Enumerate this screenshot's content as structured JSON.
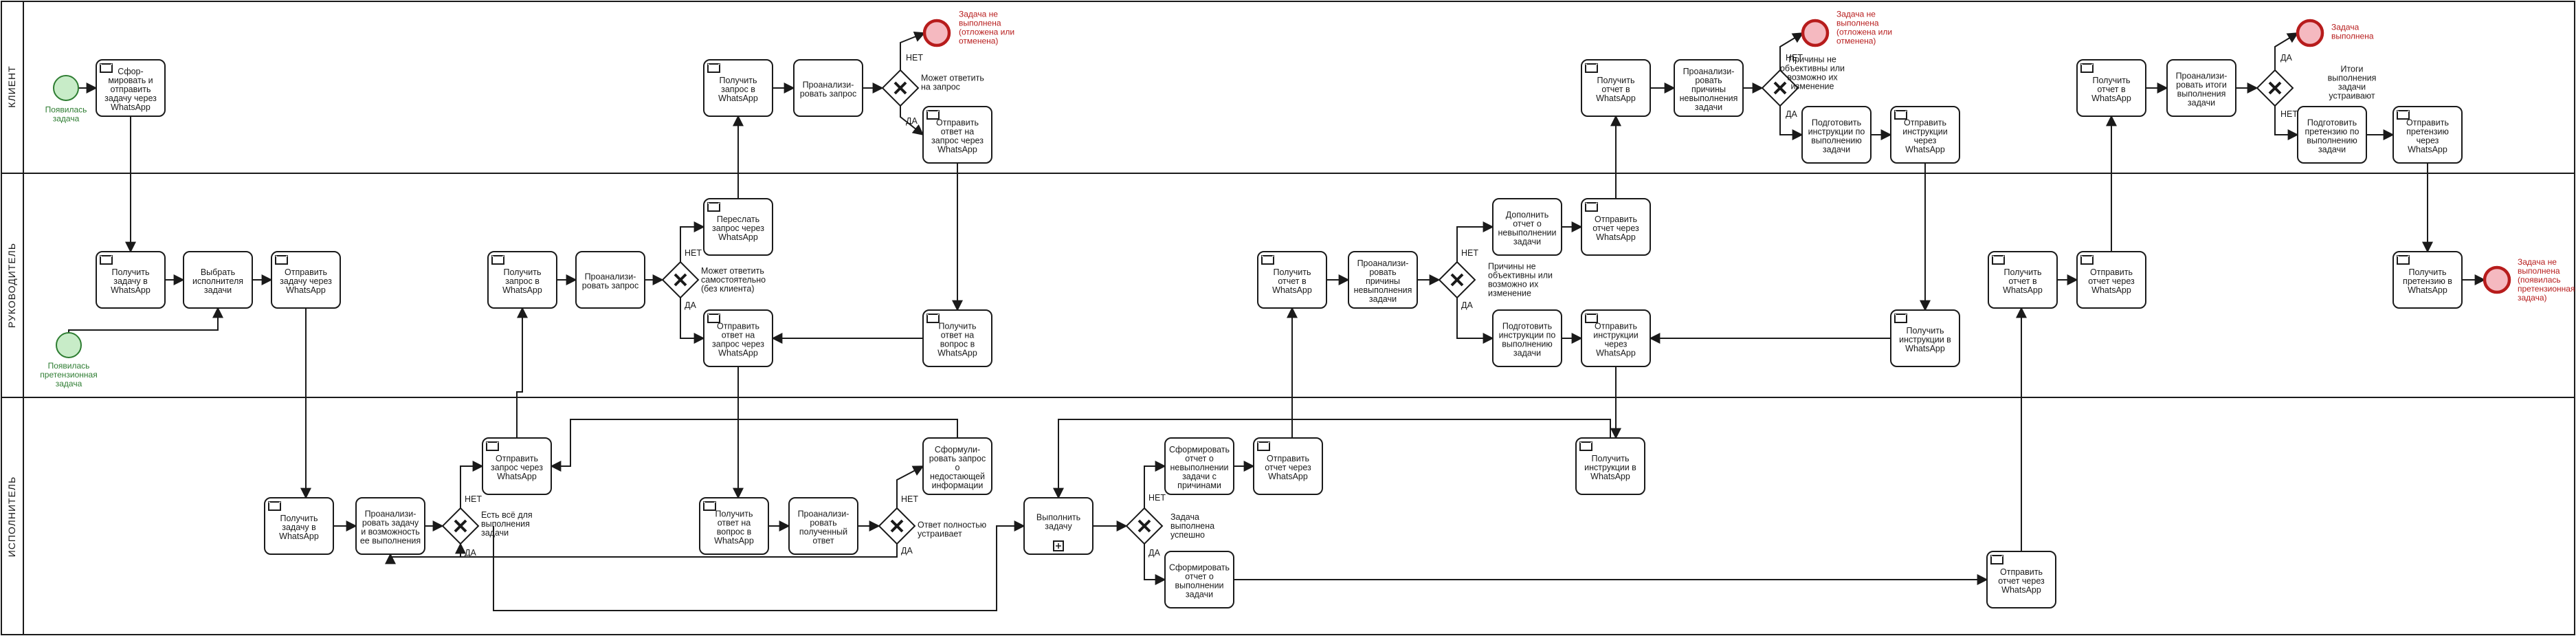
{
  "lanes": [
    {
      "id": "client",
      "label": "КЛИЕНТ"
    },
    {
      "id": "manager",
      "label": "РУКОВОДИТЕЛЬ"
    },
    {
      "id": "executor",
      "label": "ИСПОЛНИТЕЛЬ"
    }
  ],
  "colors": {
    "start_fill": "#c8ecc8",
    "start_stroke": "#2e7d32",
    "end_fill": "#f5b9c0",
    "end_stroke": "#b71c1c",
    "line": "#1a1a1a"
  },
  "tasks": [
    {
      "id": "c1",
      "text": "Сфор-\nмировать и\nотправить\nзадачу через\nWhatsApp",
      "icon": "envelope-icon"
    },
    {
      "id": "c2",
      "text": "Получить\nзапрос в\nWhatsApp",
      "icon": "envelope-icon"
    },
    {
      "id": "c3",
      "text": "Проанализи-\nровать запрос",
      "icon": ""
    },
    {
      "id": "c4",
      "text": "Отправить\nответ на\nзапрос через\nWhatsApp",
      "icon": "envelope-icon"
    },
    {
      "id": "c5",
      "text": "Получить\nотчет в\nWhatsApp",
      "icon": "envelope-icon"
    },
    {
      "id": "c6",
      "text": "Проанализи-\nровать\nпричины\nневыполнения\nзадачи",
      "icon": ""
    },
    {
      "id": "c7",
      "text": "Подготовить\nинструкции по\nвыполнению\nзадачи",
      "icon": ""
    },
    {
      "id": "c8",
      "text": "Отправить\nинструкции\nчерез\nWhatsApp",
      "icon": "envelope-icon"
    },
    {
      "id": "c9",
      "text": "Получить\nотчет в\nWhatsApp",
      "icon": "envelope-icon"
    },
    {
      "id": "c10",
      "text": "Проанализи-\nровать итоги\nвыполнения\nзадачи",
      "icon": ""
    },
    {
      "id": "c11",
      "text": "Подготовить\nпретензию по\nвыполнению\nзадачи",
      "icon": ""
    },
    {
      "id": "c12",
      "text": "Отправить\nпретензию\nчерез\nWhatsApp",
      "icon": "envelope-icon"
    },
    {
      "id": "m1",
      "text": "Получить\nзадачу в\nWhatsApp",
      "icon": "envelope-icon"
    },
    {
      "id": "m2",
      "text": "Выбрать\nисполнителя\nзадачи",
      "icon": ""
    },
    {
      "id": "m3",
      "text": "Отправить\nзадачу через\nWhatsApp",
      "icon": "envelope-icon"
    },
    {
      "id": "m4",
      "text": "Получить\nзапрос в\nWhatsApp",
      "icon": "envelope-icon"
    },
    {
      "id": "m5",
      "text": "Проанализи-\nровать запрос",
      "icon": ""
    },
    {
      "id": "m6",
      "text": "Переслать\nзапрос через\nWhatsApp",
      "icon": "envelope-icon"
    },
    {
      "id": "m7",
      "text": "Отправить\nответ на\nзапрос через\nWhatsApp",
      "icon": "envelope-icon"
    },
    {
      "id": "m8",
      "text": "Получить\nответ на\nвопрос в\nWhatsApp",
      "icon": "envelope-icon"
    },
    {
      "id": "m9",
      "text": "Получить\nотчет в\nWhatsApp",
      "icon": "envelope-icon"
    },
    {
      "id": "m10",
      "text": "Проанализи-\nровать\nпричины\nневыполнения\nзадачи",
      "icon": ""
    },
    {
      "id": "m11",
      "text": "Дополнить\nотчет о\nневыполнении\nзадачи",
      "icon": ""
    },
    {
      "id": "m12",
      "text": "Отправить\nотчет через\nWhatsApp",
      "icon": "envelope-icon"
    },
    {
      "id": "m13",
      "text": "Подготовить\nинструкции по\nвыполнению\nзадачи",
      "icon": ""
    },
    {
      "id": "m14",
      "text": "Отправить\nинструкции\nчерез\nWhatsApp",
      "icon": "envelope-icon"
    },
    {
      "id": "m15",
      "text": "Получить\nинструкции в\nWhatsApp",
      "icon": "envelope-icon"
    },
    {
      "id": "m16",
      "text": "Получить\nотчет в\nWhatsApp",
      "icon": "envelope-icon"
    },
    {
      "id": "m17",
      "text": "Отправить\nотчет через\nWhatsApp",
      "icon": "envelope-icon"
    },
    {
      "id": "m18",
      "text": "Получить\nпретензию в\nWhatsApp",
      "icon": "envelope-icon"
    },
    {
      "id": "e1",
      "text": "Получить\nзадачу в\nWhatsApp",
      "icon": "envelope-icon"
    },
    {
      "id": "e2",
      "text": "Проанализи-\nровать задачу\nи возможность\nее выполнения",
      "icon": ""
    },
    {
      "id": "e3",
      "text": "Отправить\nзапрос через\nWhatsApp",
      "icon": "envelope-icon"
    },
    {
      "id": "e4",
      "text": "Получить\nответ на\nвопрос в\nWhatsApp",
      "icon": "envelope-icon"
    },
    {
      "id": "e5",
      "text": "Проанализи-\nровать\nполученный\nответ",
      "icon": ""
    },
    {
      "id": "e6",
      "text": "Сформули-\nровать запрос\nо\nнедостающей\nинформации",
      "icon": ""
    },
    {
      "id": "e7",
      "text": "Выполнить\nзадачу",
      "icon": "subprocess-icon"
    },
    {
      "id": "e8",
      "text": "Сформировать\nотчет о\nневыполнении\nзадачи с\nпричинами",
      "icon": ""
    },
    {
      "id": "e9",
      "text": "Отправить\nотчет через\nWhatsApp",
      "icon": "envelope-icon"
    },
    {
      "id": "e10",
      "text": "Сформировать\nотчет о\nвыполнении\nзадачи",
      "icon": ""
    },
    {
      "id": "e11",
      "text": "Получить\nинструкции в\nWhatsApp",
      "icon": "envelope-icon"
    },
    {
      "id": "e12",
      "text": "Отправить\nотчет через\nWhatsApp",
      "icon": "envelope-icon"
    }
  ],
  "gateways": [
    {
      "id": "gc1",
      "label": "Может ответить\nна запрос"
    },
    {
      "id": "gc2",
      "label": "Причины не\nобъективны или\nвозможно их\nизменение"
    },
    {
      "id": "gc3",
      "label": "Итоги\nвыполнения\nзадачи\nустраивают"
    },
    {
      "id": "gm1",
      "label": "Может ответить\nсамостоятельно\n(без клиента)"
    },
    {
      "id": "gm2",
      "label": "Причины не\nобъективны или\nвозможно их\nизменение"
    },
    {
      "id": "ge1",
      "label": "Есть всё для\nвыполнения\nзадачи"
    },
    {
      "id": "ge2",
      "label": "Ответ полностью\nустраивает"
    },
    {
      "id": "ge3",
      "label": "Задача\nвыполнена\nуспешно"
    }
  ],
  "events": [
    {
      "id": "s1",
      "type": "start",
      "label": "Появилась\nзадача"
    },
    {
      "id": "s2",
      "type": "start",
      "label": "Появилась\nпретензионная\nзадача"
    },
    {
      "id": "x1",
      "type": "end",
      "label": "Задача не\nвыполнена\n(отложена или\nотменена)"
    },
    {
      "id": "x2",
      "type": "end",
      "label": "Задача не\nвыполнена\n(отложена или\nотменена)"
    },
    {
      "id": "x3",
      "type": "end",
      "label": "Задача\nвыполнена"
    },
    {
      "id": "x4",
      "type": "end",
      "label": "Задача не\nвыполнена\n(появилась\nпретензионная\nзадача)"
    }
  ],
  "flow_labels": {
    "yes": "ДА",
    "no": "НЕТ"
  }
}
